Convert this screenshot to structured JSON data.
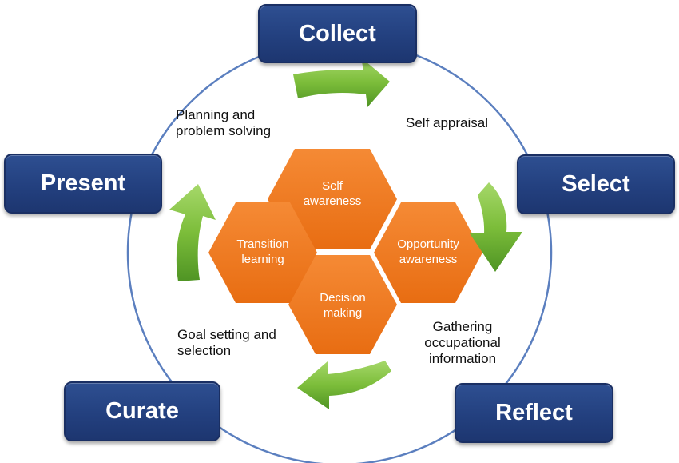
{
  "stages": {
    "collect": "Collect",
    "select": "Select",
    "reflect": "Reflect",
    "curate": "Curate",
    "present": "Present"
  },
  "hexagons": {
    "self_awareness": "Self\nawareness",
    "opportunity_awareness": "Opportunity\nawareness",
    "decision_making": "Decision\nmaking",
    "transition_learning": "Transition\nlearning"
  },
  "captions": {
    "planning": "Planning and\nproblem solving",
    "self_appraisal": "Self appraisal",
    "gathering": "Gathering\noccupational\ninformation",
    "goal_setting": "Goal setting and\nselection"
  },
  "colors": {
    "stage_box": "#25418a",
    "circle": "#5b7fbf",
    "hexagon": "#f0781e",
    "arrow": "#7dbb3c"
  }
}
